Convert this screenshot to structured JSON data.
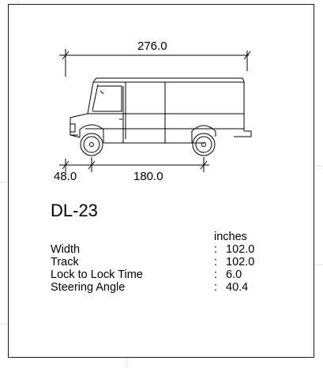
{
  "dimensions": {
    "overall_length": "276.0",
    "front_overhang": "48.0",
    "wheelbase": "180.0"
  },
  "model": "DL-23",
  "specs": {
    "units": "inches",
    "rows": [
      {
        "label": "Width",
        "separator": ":",
        "value": "102.0"
      },
      {
        "label": "Track",
        "separator": ":",
        "value": "102.0"
      },
      {
        "label": "Lock to Lock Time",
        "separator": ":",
        "value": "6.0"
      },
      {
        "label": "Steering Angle",
        "separator": ":",
        "value": "40.4"
      }
    ]
  },
  "colors": {
    "line": "#000000",
    "frame": "#1a1a1a",
    "background_lines": "#e3e3e3"
  }
}
